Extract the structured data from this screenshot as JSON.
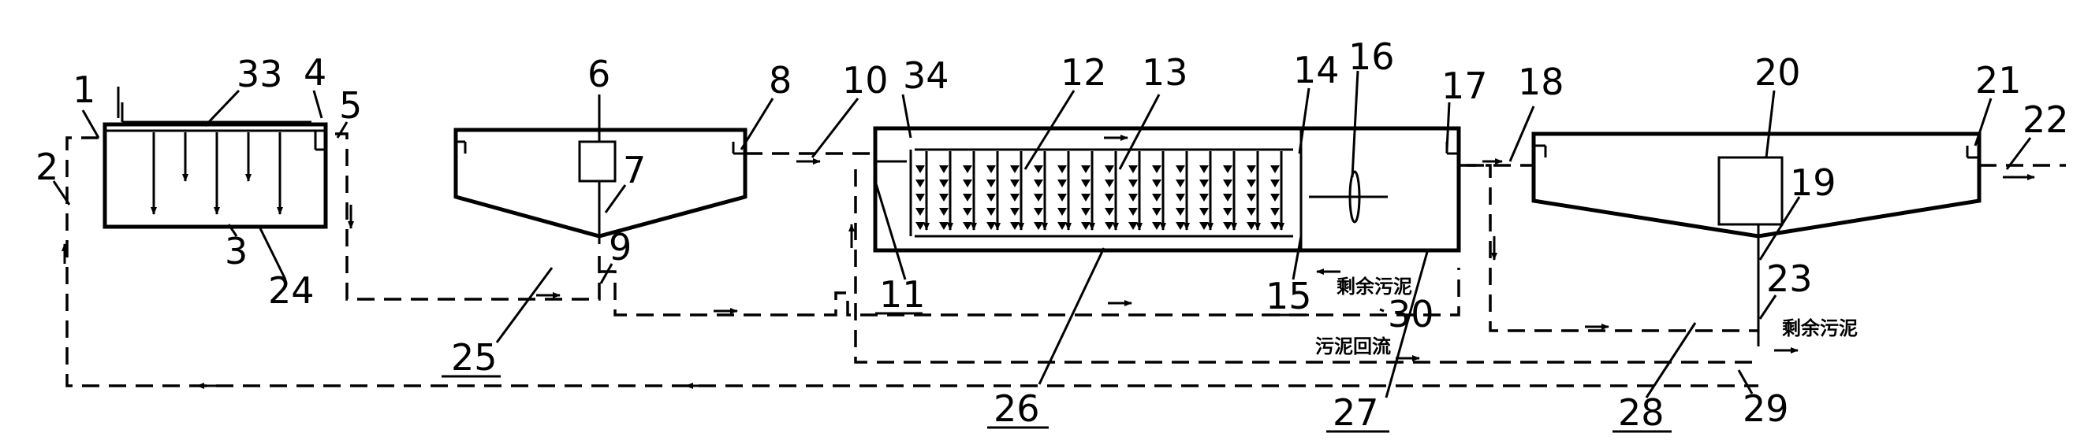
{
  "labels": {
    "n1": "1",
    "n2": "2",
    "n3": "3",
    "n4": "4",
    "n5": "5",
    "n6": "6",
    "n7": "7",
    "n8": "8",
    "n9": "9",
    "n10": "10",
    "n11": "11",
    "n12": "12",
    "n13": "13",
    "n14": "14",
    "n15": "15",
    "n16": "16",
    "n17": "17",
    "n18": "18",
    "n19": "19",
    "n20": "20",
    "n21": "21",
    "n22": "22",
    "n23": "23",
    "n24": "24",
    "n25": "25",
    "n26": "26",
    "n27": "27",
    "n28": "28",
    "n29": "29",
    "n30": "30",
    "n33": "33",
    "n34": "34"
  },
  "annotations": {
    "excess_sludge_1": "剩余污泥",
    "sludge_return": "污泥回流",
    "excess_sludge_2": "剩余污泥"
  }
}
